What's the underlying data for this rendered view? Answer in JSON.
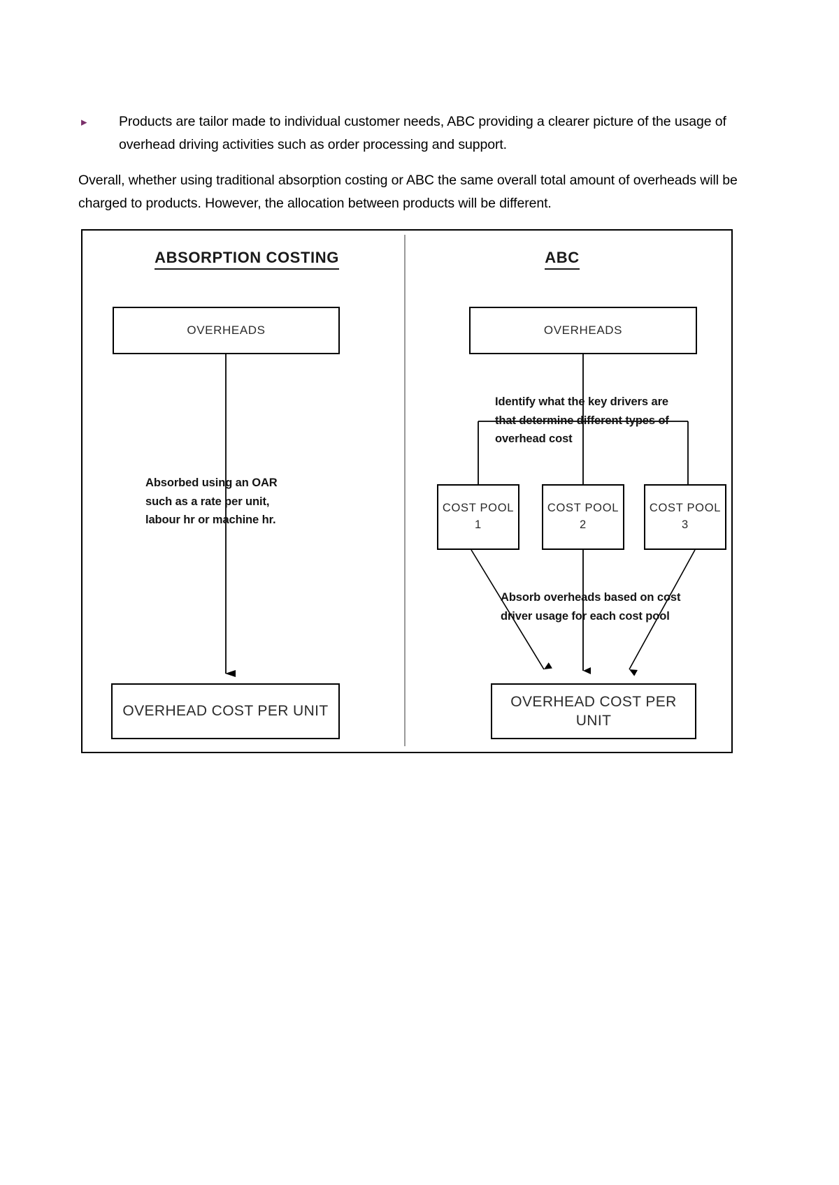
{
  "prose": {
    "bullet_marker": "▸",
    "bullet_text": "Products are tailor made to individual customer needs, ABC providing a clearer picture of the usage of overhead driving activities such as order processing and support.",
    "paragraph": "Overall, whether using traditional absorption costing or ABC the same overall total amount of overheads will be charged to products. However, the allocation between products will be different."
  },
  "diagram": {
    "columns": {
      "left_title": "ABSORPTION COSTING",
      "right_title": "ABC"
    },
    "left": {
      "top_box": "OVERHEADS",
      "annotation": "Absorbed using an OAR such as a rate per unit, labour hr or machine hr.",
      "bottom_box": "OVERHEAD COST PER UNIT"
    },
    "right": {
      "top_box": "OVERHEADS",
      "driver_annotation": "Identify what the key drivers are that determine different types of overhead cost",
      "pools": [
        "COST POOL 1",
        "COST POOL 2",
        "COST POOL 3"
      ],
      "absorb_annotation": "Absorb overheads based on cost driver usage for each cost pool",
      "bottom_box": "OVERHEAD COST PER UNIT"
    }
  },
  "colors": {
    "bullet_marker": "#7a2f6a",
    "line": "#000000",
    "divider": "#9a9a9a",
    "text": "#1a1a1a",
    "background": "#ffffff"
  }
}
